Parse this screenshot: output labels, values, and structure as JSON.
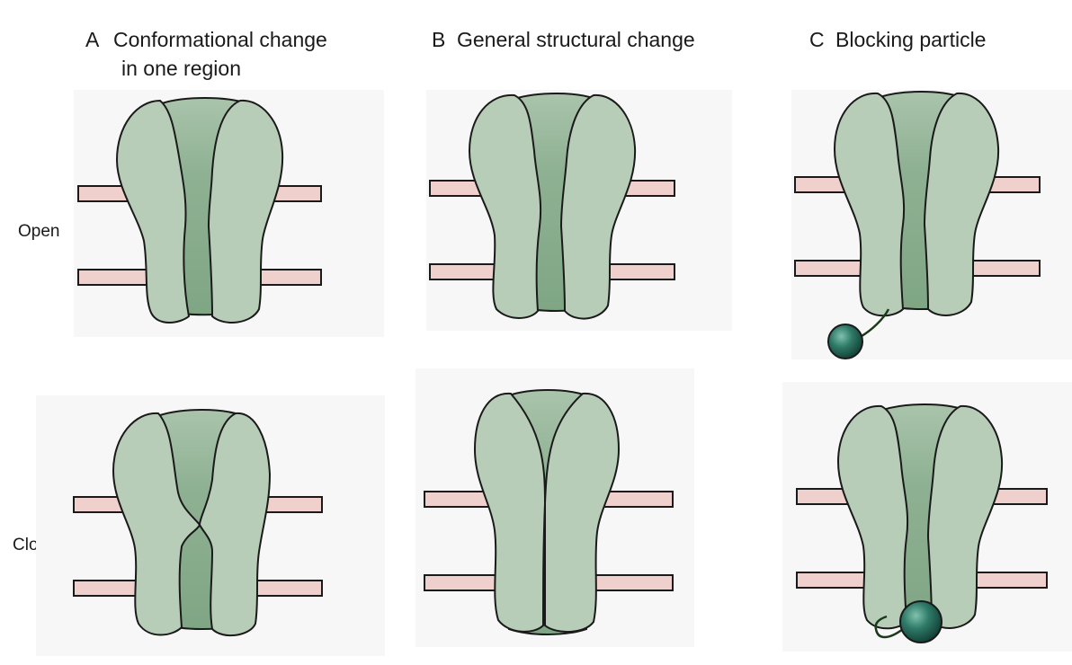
{
  "columns": [
    {
      "letter": "A",
      "title_line1": "Conformational change",
      "title_line2": "in one region"
    },
    {
      "letter": "B",
      "title_line1": "General structural change",
      "title_line2": ""
    },
    {
      "letter": "C",
      "title_line1": "Blocking particle",
      "title_line2": ""
    }
  ],
  "rows": [
    {
      "label": "Open"
    },
    {
      "label": "Closed"
    }
  ],
  "colors": {
    "membrane": "#f0d0cc",
    "membrane_line": "#1a1a1a",
    "subunit": "#b7cdb8",
    "pore": "#8fb193",
    "outline": "#1a1a1a",
    "particle": "#2f7a68",
    "background_panel": "#f6f6f6"
  }
}
